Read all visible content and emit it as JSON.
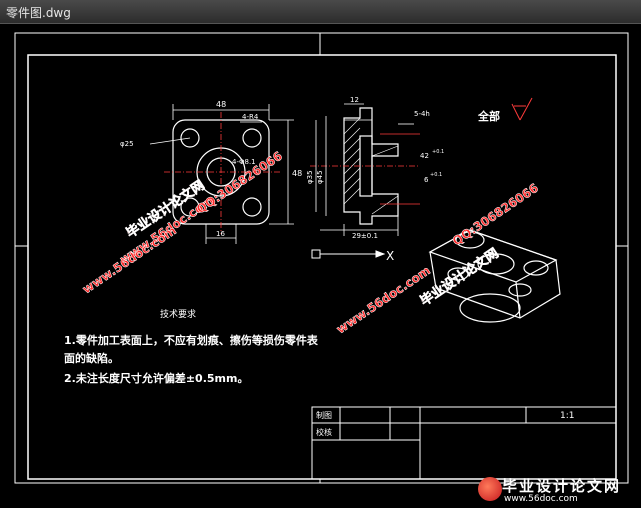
{
  "window": {
    "title": "零件图.dwg"
  },
  "drawing": {
    "dims": {
      "top_width": "48",
      "corner_size": "4-R4",
      "hole_dia": "φ25",
      "hole_callout": "4-Φ8.1",
      "height_right": "48",
      "bottom_width": "16",
      "section_top": "12",
      "section_right_top": "5-4h",
      "section_overall": "29±0.1",
      "section_height": "φ45",
      "section_mid": "42",
      "section_mid_tol": "+0.1",
      "section_lower": "6",
      "section_lower_tol": "+0.1",
      "section_left": "φ35"
    },
    "roughness_label": "全部",
    "axis_label": "X",
    "notes_title": "技术要求",
    "notes_line1": "1.零件加工表面上，不应有划痕、擦伤等损伤零件表",
    "notes_line2": "面的缺陷。",
    "notes_line3": "2.未注长度尺寸允许偏差±0.5mm。",
    "title_block": {
      "cell1": "制图",
      "cell2": "校核",
      "scale": "1:1"
    }
  },
  "watermarks": {
    "text_cn": "毕业设计论文网",
    "text_url": "www.56doc.com",
    "text_qq": "QQ:306826066"
  },
  "badge": {
    "title": "毕业设计论文网",
    "url": "www.56doc.com"
  }
}
